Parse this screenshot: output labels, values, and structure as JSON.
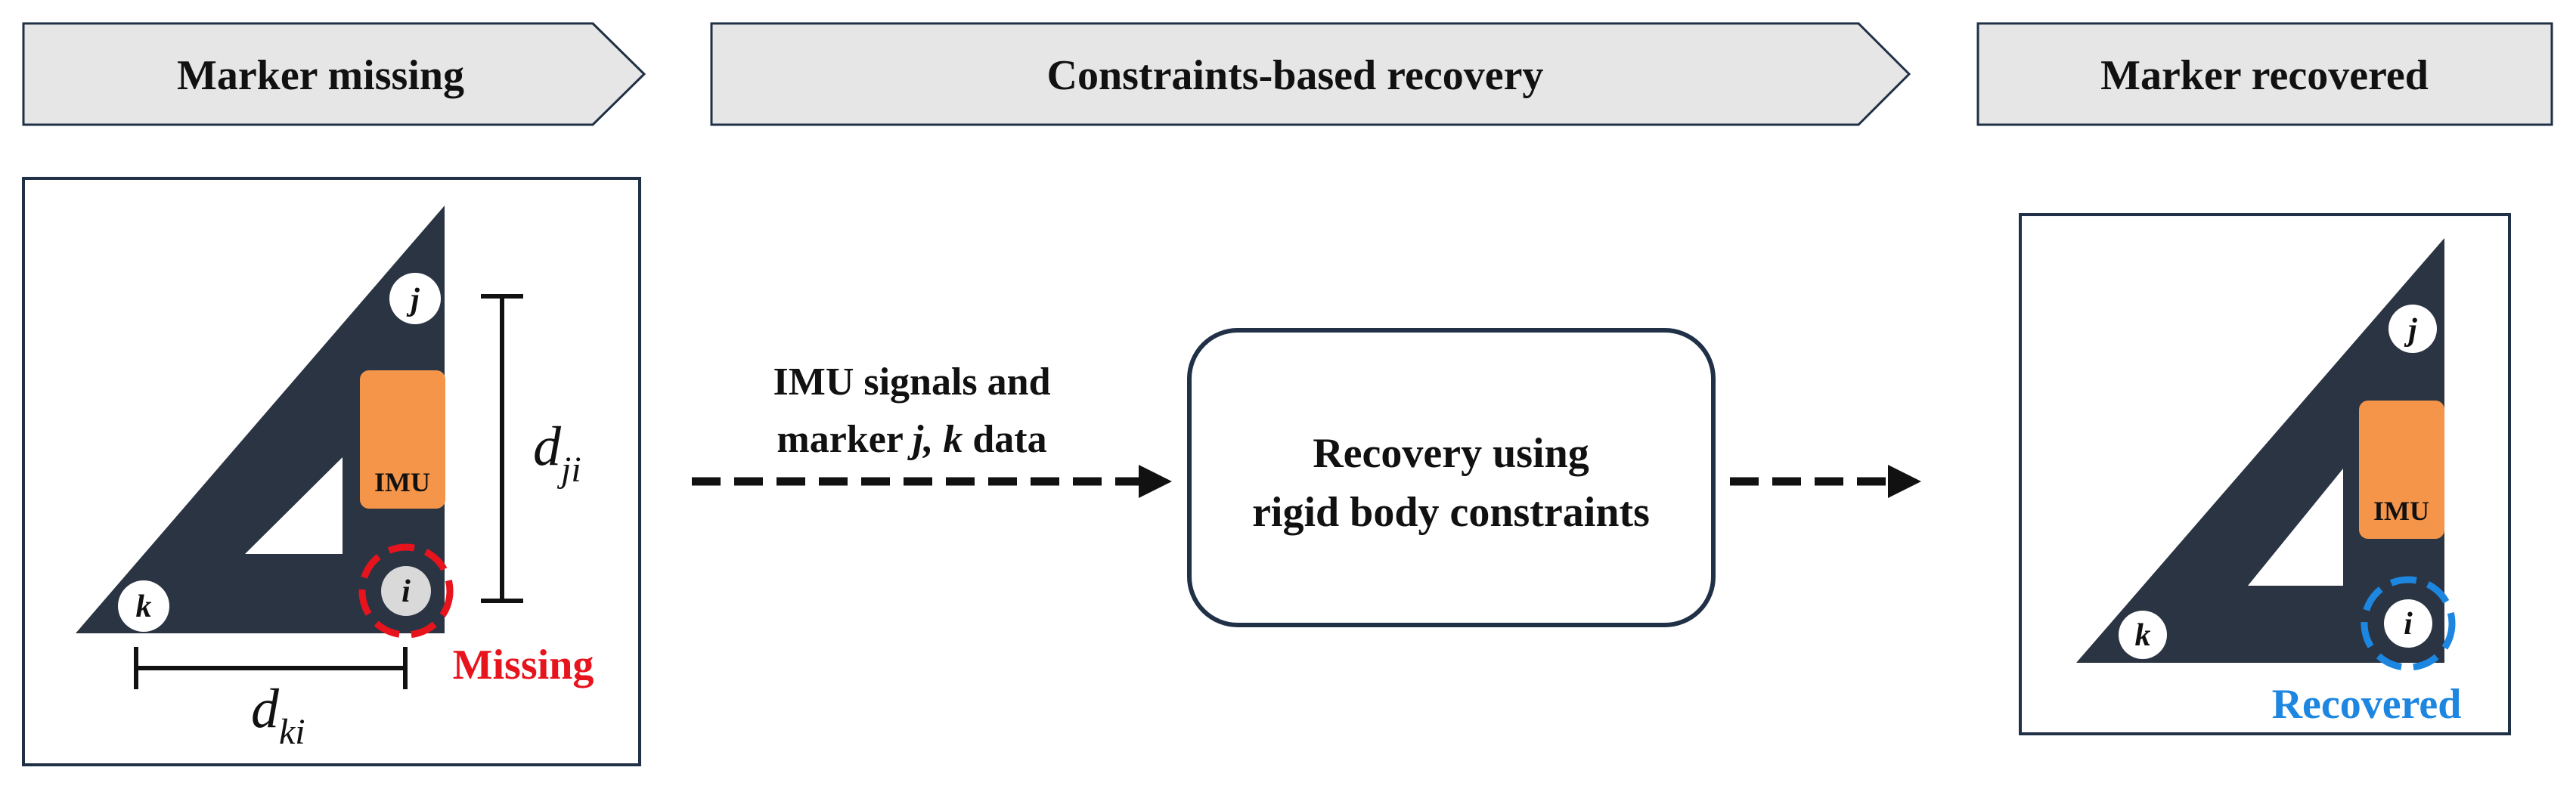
{
  "stages": {
    "missing_title": "Marker missing",
    "recovery_title": "Constraints-based recovery",
    "recovered_title": "Marker recovered"
  },
  "left_panel": {
    "marker_j": "j",
    "marker_k": "k",
    "marker_i": "i",
    "imu_label": "IMU",
    "dist_ji_base": "d",
    "dist_ji_sub": "ji",
    "dist_ki_base": "d",
    "dist_ki_sub": "ki",
    "missing_label": "Missing"
  },
  "middle": {
    "input_line1": "IMU signals and",
    "input_line2_pre": "marker ",
    "input_line2_em": "j, k",
    "input_line2_post": " data",
    "box_line1": "Recovery using",
    "box_line2": "rigid body constraints"
  },
  "right_panel": {
    "marker_j": "j",
    "marker_k": "k",
    "marker_i": "i",
    "imu_label": "IMU",
    "recovered_label": "Recovered"
  },
  "colors": {
    "header_fill": "#e7e6e6",
    "header_stroke": "#203046",
    "triangle": "#2b3442",
    "imu": "#f4954a",
    "missing_red": "#e8141d",
    "recovered_blue": "#1c86e0",
    "panel_stroke": "#203046"
  }
}
